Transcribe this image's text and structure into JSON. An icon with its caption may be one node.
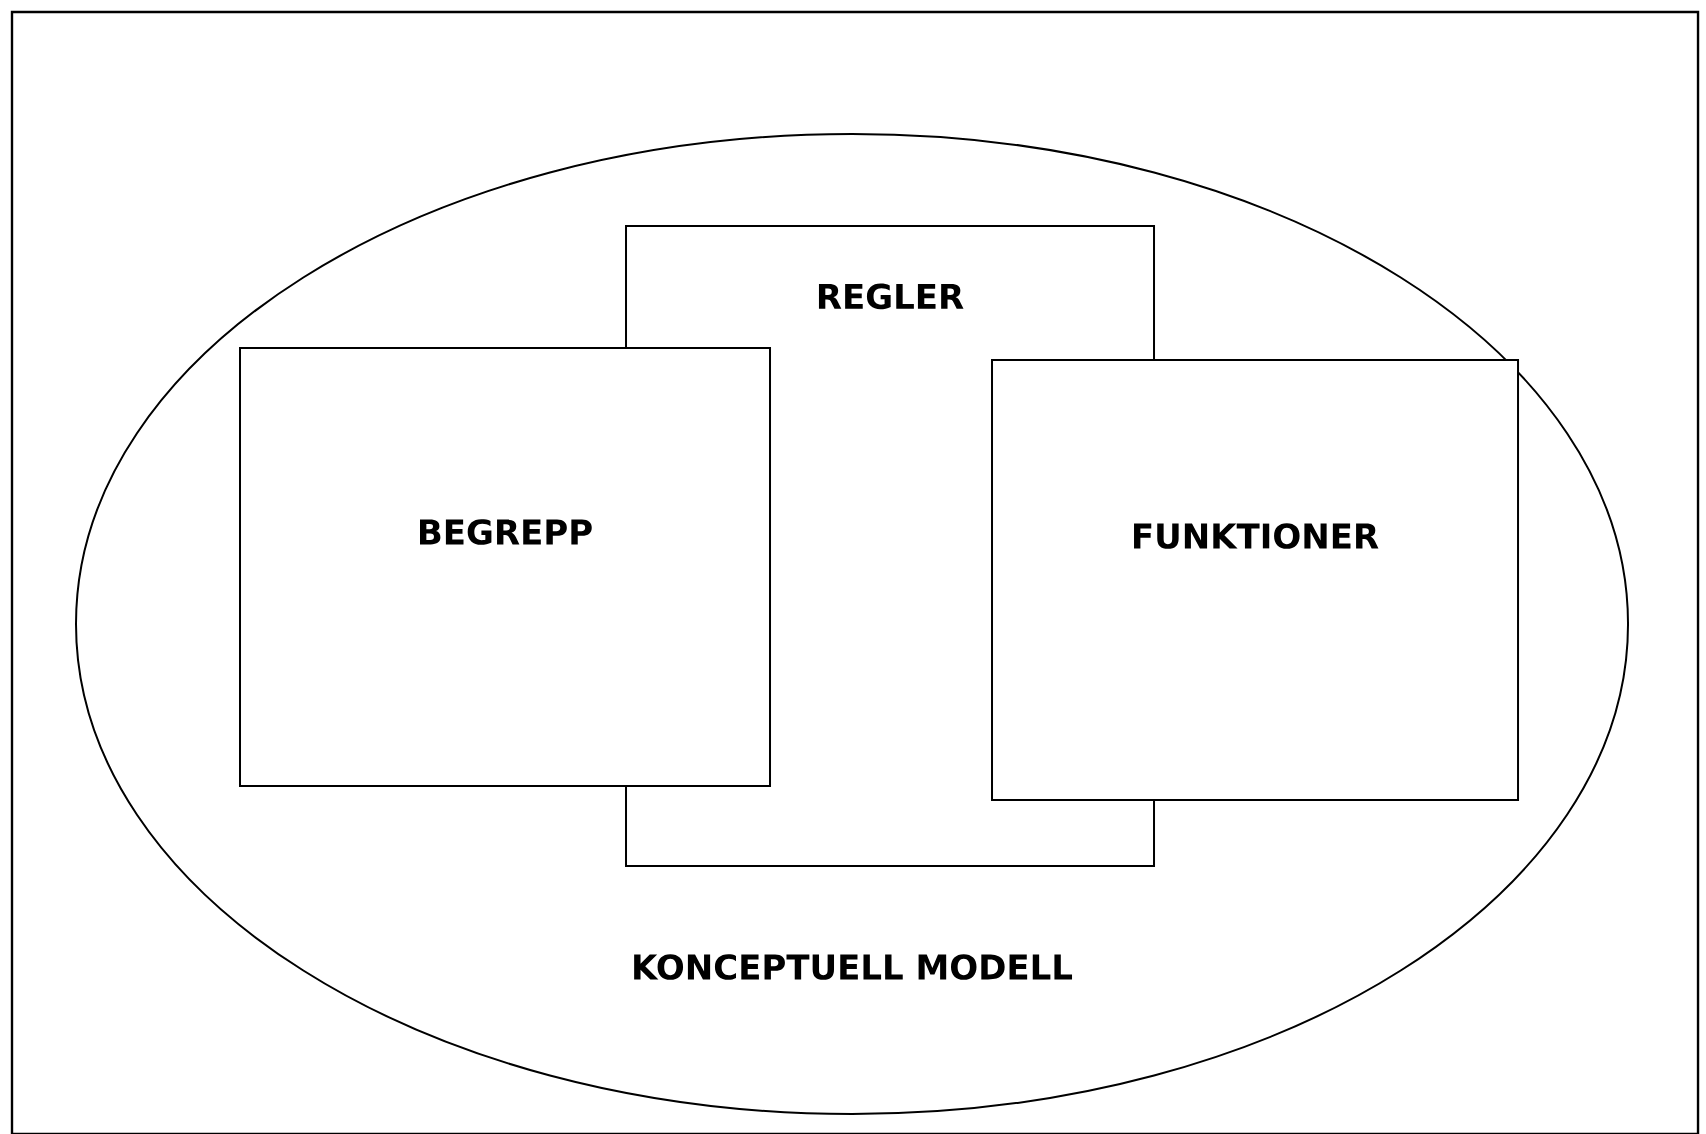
{
  "diagram": {
    "nodes": [
      {
        "text": [
          "KONCEPTUELL MODELL"
        ]
      },
      {
        "text": [
          "REGLER"
        ],
        "in": 0
      },
      {
        "text": [
          "BEGREPP"
        ],
        "in": 0
      },
      {
        "text": [
          "FUNKTIONER"
        ],
        "in": 0
      }
    ]
  }
}
